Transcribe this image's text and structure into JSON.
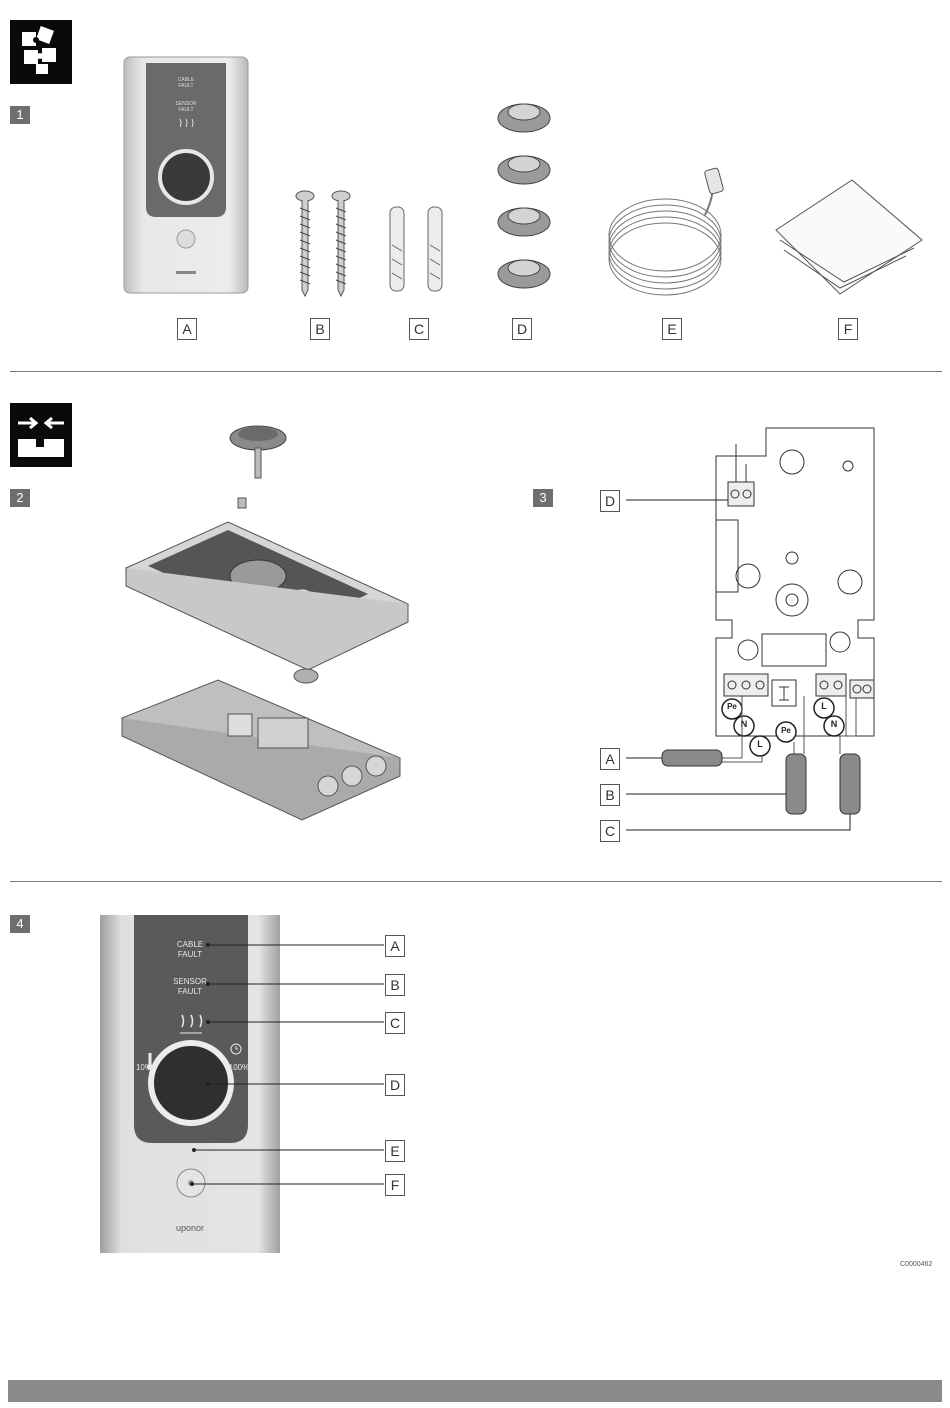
{
  "section1": {
    "figure_number": "1",
    "parts": [
      "A",
      "B",
      "C",
      "D",
      "E",
      "F"
    ]
  },
  "section2": {
    "figure_number": "2"
  },
  "section3": {
    "figure_number": "3",
    "callouts": [
      "D",
      "A",
      "B",
      "C"
    ],
    "terminal_marks": {
      "pe": "Pe",
      "n": "N",
      "l": "L"
    }
  },
  "section4": {
    "figure_number": "4",
    "callouts": [
      "A",
      "B",
      "C",
      "D",
      "E",
      "F"
    ],
    "panel": {
      "cable_fault": [
        "CABLE",
        "FAULT"
      ],
      "sensor_fault": [
        "SENSOR",
        "FAULT"
      ],
      "min_percent": "10%",
      "max_percent": "100%",
      "brand": "uponor"
    }
  },
  "document_id": "C0000462",
  "colors": {
    "icon_bg": "#0a0a0a",
    "figure_badge": "#6e6e6e",
    "footer_bar": "#8a8a8a"
  },
  "icons": [
    "puzzle-icon",
    "install-arrows-icon",
    "heat-waves-icon",
    "thermometer-icon",
    "timer-icon"
  ]
}
